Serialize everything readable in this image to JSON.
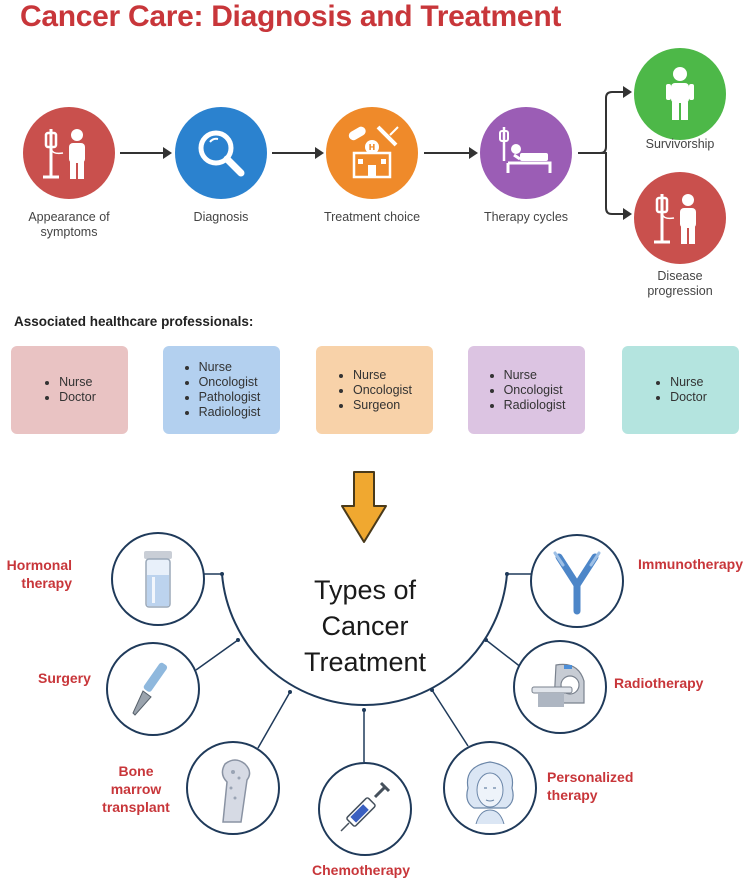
{
  "title": "Cancer Care: Diagnosis and Treatment",
  "pathway": {
    "steps": [
      {
        "label": "Appearance of symptoms",
        "icon": "iv-patient-icon",
        "color": "#c9504d"
      },
      {
        "label": "Diagnosis",
        "icon": "magnifier-icon",
        "color": "#2b82cf"
      },
      {
        "label": "Treatment choice",
        "icon": "hospital-pills-icon",
        "color": "#ef8a2a"
      },
      {
        "label": "Therapy cycles",
        "icon": "hospital-bed-icon",
        "color": "#9b5db5"
      }
    ],
    "outcomes": [
      {
        "label": "Survivorship",
        "icon": "person-icon",
        "color": "#4db848"
      },
      {
        "label": "Disease progression",
        "icon": "iv-patient-icon",
        "color": "#c9504d"
      }
    ]
  },
  "professionals": {
    "heading": "Associated healthcare professionals:",
    "boxes": [
      {
        "color": "#e9c3c3",
        "items": [
          "Nurse",
          "Doctor"
        ]
      },
      {
        "color": "#b3d0ef",
        "items": [
          "Nurse",
          "Oncologist",
          "Pathologist",
          "Radiologist"
        ]
      },
      {
        "color": "#f8d2a9",
        "items": [
          "Nurse",
          "Oncologist",
          "Surgeon"
        ]
      },
      {
        "color": "#dcc4e2",
        "items": [
          "Nurse",
          "Oncologist",
          "Radiologist"
        ]
      },
      {
        "color": "#b4e4df",
        "items": [
          "Nurse",
          "Doctor"
        ]
      }
    ]
  },
  "treatments": {
    "hub_title_lines": [
      "Types of",
      "Cancer",
      "Treatment"
    ],
    "items": [
      {
        "label": "Hormonal therapy",
        "icon": "vial-icon"
      },
      {
        "label": "Surgery",
        "icon": "scalpel-icon"
      },
      {
        "label": "Bone marrow transplant",
        "icon": "bone-icon"
      },
      {
        "label": "Chemotherapy",
        "icon": "syringe-icon"
      },
      {
        "label": "Personalized therapy",
        "icon": "face-icon"
      },
      {
        "label": "Radiotherapy",
        "icon": "ct-scanner-icon"
      },
      {
        "label": "Immunotherapy",
        "icon": "antibody-icon"
      }
    ]
  },
  "colors": {
    "title": "#c8363a",
    "arrow": "#f0a830",
    "treatment_label": "#c8363a",
    "circle_border": "#1f3a5a"
  }
}
